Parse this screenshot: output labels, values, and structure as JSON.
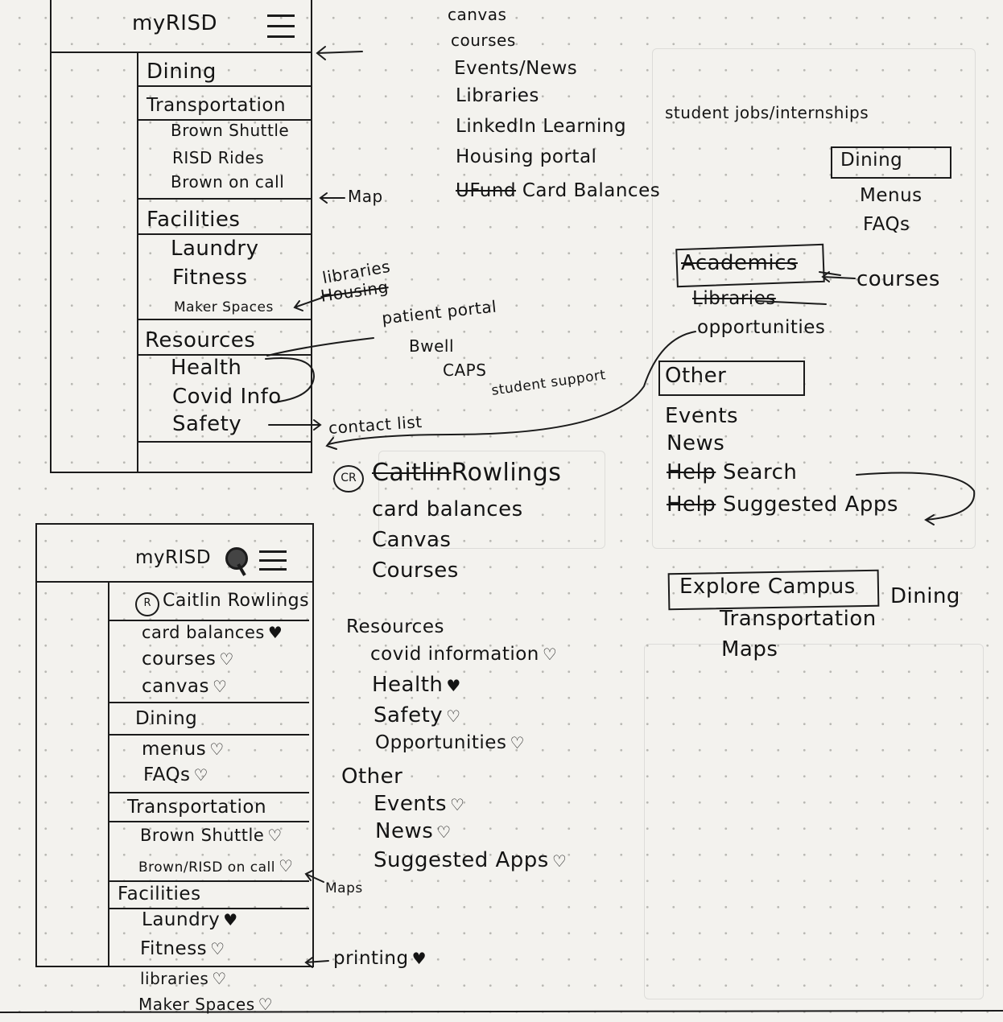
{
  "sketch1": {
    "app_title": "myRISD",
    "menu_items": [
      {
        "label": "Dining",
        "kind": "header"
      },
      {
        "label": "Transportation",
        "kind": "header"
      },
      {
        "label": "Brown Shuttle",
        "kind": "sub"
      },
      {
        "label": "RISD Rides",
        "kind": "sub"
      },
      {
        "label": "Brown on call",
        "kind": "sub"
      },
      {
        "label": "Facilities",
        "kind": "header"
      },
      {
        "label": "Laundry",
        "kind": "sub"
      },
      {
        "label": "Fitness",
        "kind": "sub"
      },
      {
        "label": "Maker Spaces",
        "kind": "sub"
      },
      {
        "label": "Resources",
        "kind": "header"
      },
      {
        "label": "Health",
        "kind": "sub"
      },
      {
        "label": "Covid Info",
        "kind": "sub"
      },
      {
        "label": "Safety",
        "kind": "sub"
      }
    ]
  },
  "notes_top": {
    "list": [
      "canvas",
      "courses",
      "Events/News",
      "Libraries",
      "LinkedIn Learning",
      "Housing portal"
    ],
    "card_strike": "UFund",
    "card_label": "Card Balances",
    "linkedin_note": "student jobs/internships",
    "map_note": "Map",
    "libraries_note": "libraries",
    "housing_strike": "Housing",
    "health_notes": [
      "patient portal",
      "Bwell",
      "CAPS",
      "student support"
    ],
    "contact_note": "contact list"
  },
  "notes_right": {
    "dining_box": "Dining",
    "dining_items": [
      "Menus",
      "FAQs"
    ],
    "academics_strike": "Academics",
    "libraries_strike": "Libraries",
    "courses_note": "courses",
    "opportunities": "opportunities",
    "other_box": "Other",
    "other_items": [
      "Events",
      "News"
    ],
    "help_strike": "Help",
    "search": "Search",
    "help_strike_2": "Help",
    "suggested": "Suggested Apps",
    "explore_box": "Explore Campus",
    "explore_items": [
      "Dining",
      "Transportation",
      "Maps"
    ]
  },
  "profile_notes": {
    "initials": "CR",
    "name_strike": "Caitlin",
    "name_rest": "Rowlings",
    "items": [
      "card balances",
      "Canvas",
      "Courses"
    ]
  },
  "sketch2": {
    "app_title": "myRISD",
    "user": "Caitlin Rowlings",
    "user_initial": "R",
    "rows": [
      {
        "label": "card balances",
        "heart": "♥"
      },
      {
        "label": "courses",
        "heart": "♡"
      },
      {
        "label": "canvas",
        "heart": "♡"
      },
      {
        "label": "Dining",
        "heart": ""
      },
      {
        "label": "menus",
        "heart": "♡"
      },
      {
        "label": "FAQs",
        "heart": "♡"
      },
      {
        "label": "Transportation",
        "heart": ""
      },
      {
        "label": "Brown Shuttle",
        "heart": "♡"
      },
      {
        "label": "Brown/RISD on call",
        "heart": "♡"
      },
      {
        "label": "Facilities",
        "heart": ""
      },
      {
        "label": "Laundry",
        "heart": "♥"
      },
      {
        "label": "Fitness",
        "heart": "♡"
      },
      {
        "label": "libraries",
        "heart": "♡"
      },
      {
        "label": "Maker Spaces",
        "heart": "♡"
      }
    ],
    "maps_note": "Maps",
    "printing_note": "printing",
    "printing_heart": "♥"
  },
  "resources_notes": {
    "resources_label": "Resources",
    "resources_items": [
      {
        "label": "covid information",
        "heart": "♡"
      },
      {
        "label": "Health",
        "heart": "♥"
      },
      {
        "label": "Safety",
        "heart": "♡"
      },
      {
        "label": "Opportunities",
        "heart": "♡"
      }
    ],
    "other_label": "Other",
    "other_items": [
      {
        "label": "Events",
        "heart": "♡"
      },
      {
        "label": "News",
        "heart": "♡"
      },
      {
        "label": "Suggested Apps",
        "heart": "♡"
      }
    ]
  },
  "colors": {
    "ink": "#141414",
    "paper": "#f3f2ee",
    "dots": "#b9b8b3"
  }
}
